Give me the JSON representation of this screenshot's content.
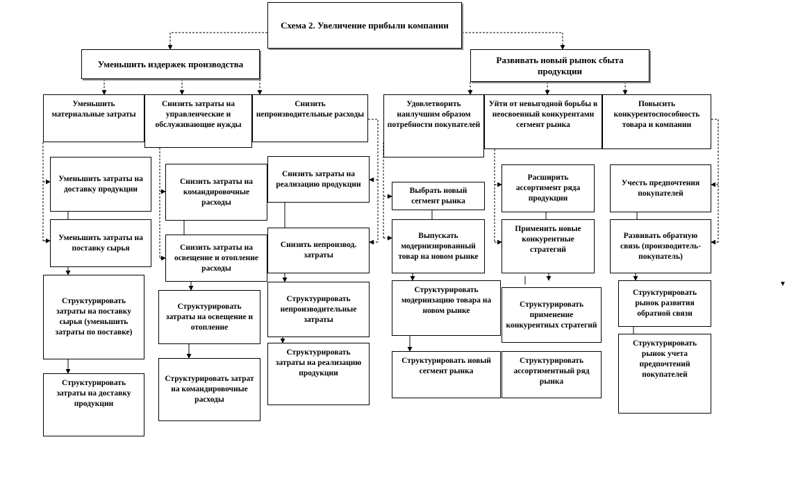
{
  "title": "Схема 2. Увеличение прибыли компании",
  "branch_left": "Уменьшить издержек производства",
  "branch_right": "Развивать новый рынок сбыта продукции",
  "left_headers": [
    "Уменьшить материальные затраты",
    "Снизить затраты на управленческие и обслуживающие нужды",
    "Снизить непроизводительные расходы"
  ],
  "right_headers": [
    "Удовлетворить наилучшим образом потребности покупателей",
    "Уйти от невыгодной борьбы в неосвоенный конкурентами сегмент рынка",
    "Повысить конкурентоспособность товара и компании"
  ],
  "col1": [
    "Уменьшить затраты на доставку продукции",
    "Уменьшить затраты на поставку сырья",
    "Структурировать затраты на поставку сырья (уменьшить затраты по поставке)",
    "Структурировать затраты на доставку продукции"
  ],
  "col2": [
    "Снизить затраты на командировочные расходы",
    "Снизить затраты на освещение и отопление расходы",
    "Структурировать затраты на освещение и отопление",
    "Структурировать затрат на командировочные расходы"
  ],
  "col3": [
    "Снизить затраты на реализацию продукции",
    "Снизить непроизвод. затраты",
    "Структурировать непроизводительные затраты",
    "Структурировать затраты на реализацию продукции"
  ],
  "col4": [
    "Выбрать новый сегмент рынка",
    "Выпускать модернизированный товар на новом рынке",
    "Структурировать модернизацию товара на новом рынке",
    "Структурировать новый сегмент рынка"
  ],
  "col5": [
    "Расширить ассортимент ряда продукции",
    "Применить новые конкурентные стратегий",
    "Структурировать применение конкурентных стратегий",
    "Структурировать ассортиментный ряд рынка"
  ],
  "col6": [
    "Учесть предпочтения покупателей",
    "Развивать обратную связь (производитель-покупатель)",
    "Структурировать рынок развития обратной связи",
    "Структурировать рынок учета предпочтений покупателей"
  ]
}
